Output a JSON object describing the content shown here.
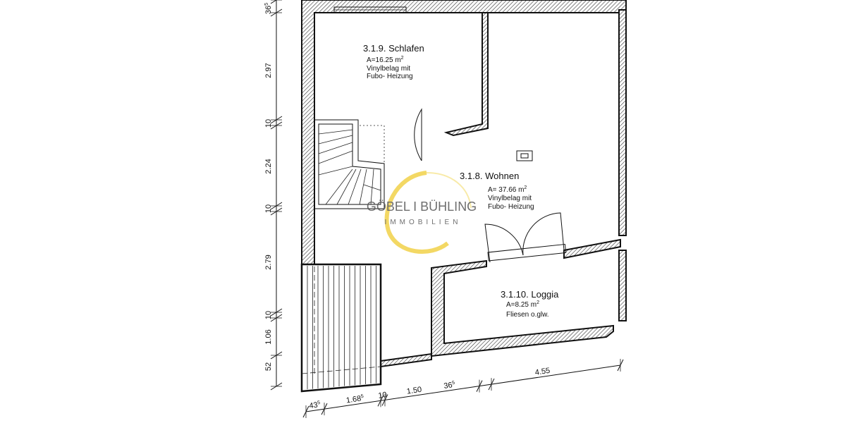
{
  "rooms": [
    {
      "name": "3.1.9. Schlafen",
      "area": "A=16.25 m",
      "area_sup": "2",
      "floor": "Vinylbelag mit",
      "heating": "Fubo- Heizung"
    },
    {
      "name": "3.1.8. Wohnen",
      "area": "A= 37.66 m",
      "area_sup": "2",
      "floor": "Vinylbelag mit",
      "heating": "Fubo- Heizung"
    },
    {
      "name": "3.1.10. Loggia",
      "area": "A=8.25 m",
      "area_sup": "2",
      "floor": "Fliesen o.glw."
    }
  ],
  "dimensions_vertical": [
    {
      "value": "36",
      "sup": "5"
    },
    {
      "value": "2.97"
    },
    {
      "value": "10"
    },
    {
      "value": "2.24"
    },
    {
      "value": "10"
    },
    {
      "value": "2.79"
    },
    {
      "value": "10"
    },
    {
      "value": "1.06"
    },
    {
      "value": "52"
    }
  ],
  "dimensions_horizontal": [
    {
      "value": "43",
      "sup": "5"
    },
    {
      "value": "1.68",
      "sup": "5"
    },
    {
      "value": "10"
    },
    {
      "value": "1.50"
    },
    {
      "value": "36",
      "sup": "5"
    },
    {
      "value": "4.55"
    }
  ],
  "watermark": {
    "brand": "GÖBEL I BÜHLING",
    "tagline": "IMMOBILIEN",
    "ring_color": "#f2d24a",
    "text_color": "#555555"
  }
}
